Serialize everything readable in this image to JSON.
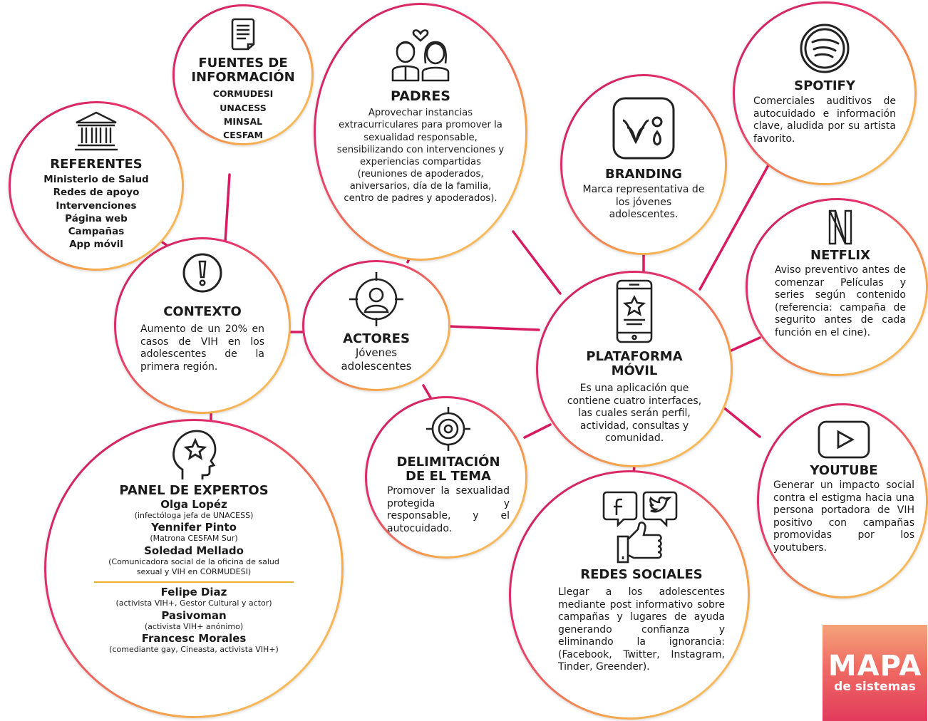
{
  "fuentes": {
    "title": "FUENTES DE INFORMACIÓN",
    "items": [
      "CORMUDESI",
      "UNACESS",
      "MINSAL",
      "CESFAM"
    ]
  },
  "referentes": {
    "title": "REFERENTES",
    "items": [
      "Ministerio de Salud",
      "Redes de apoyo",
      "Intervenciones",
      "Página web",
      "Campañas",
      "App móvil"
    ]
  },
  "contexto": {
    "title": "CONTEXTO",
    "text": "Aumento de un 20% en casos de VIH en los adolescentes de la primera región."
  },
  "padres": {
    "title": "PADRES",
    "text": "Aprovechar instancias extracurriculares para promover la sexualidad responsable, sensibilizando con intervenciones y experiencias compartidas (reuniones de apoderados, aniversarios, día de la familia, centro de padres y apoderados)."
  },
  "actores": {
    "title": "ACTORES",
    "text": "Jóvenes adolescentes"
  },
  "branding": {
    "title": "BRANDING",
    "text": "Marca representativa de los jóvenes adolescentes."
  },
  "spotify": {
    "title": "SPOTIFY",
    "text": "Comerciales auditivos de autocuidado e información clave, aludida por su artista favorito."
  },
  "netflix": {
    "title": "NETFLIX",
    "text": "Aviso preventivo antes de comenzar Películas y series según contenido (referencia: campaña de segurito antes de cada función en el cine)."
  },
  "plataforma": {
    "title": "PLATAFORMA MÓVIL",
    "text": "Es una aplicación que contiene cuatro interfaces, las cuales serán perfil, actividad, consultas y comunidad."
  },
  "youtube": {
    "title": "YOUTUBE",
    "text": "Generar un impacto social contra el estigma hacia una persona portadora de VIH positivo con campañas promovidas por los youtubers."
  },
  "delimitacion": {
    "title": "DELIMITACIÓN DE EL TEMA",
    "text": "Promover la sexualidad protegida y responsable, y el autocuidado."
  },
  "redes": {
    "title": "REDES SOCIALES",
    "text": "Llegar a los adolescentes mediante post informativo sobre campañas y lugares de ayuda generando confianza y eliminando la ignorancia: (Facebook, Twitter, Instagram, Tinder, Greender)."
  },
  "panel": {
    "title": "PANEL DE EXPERTOS",
    "experts": [
      {
        "name": "Olga Lopéz",
        "role": "(infectóloga jefa de UNACESS)"
      },
      {
        "name": "Yennifer Pinto",
        "role": "(Matrona CESFAM Sur)"
      },
      {
        "name": "Soledad Mellado",
        "role": "(Comunicadora social de la oficina de salud sexual y VIH en CORMUDESI)"
      },
      {
        "name": "Felipe Diaz",
        "role": "(activista VIH+, Gestor Cultural y actor)"
      },
      {
        "name": "Pasivoman",
        "role": "(activista VIH+ anónimo)"
      },
      {
        "name": "Francesc Morales",
        "role": "(comediante gay, Cineasta, activista VIH+)"
      }
    ]
  },
  "logo": {
    "main": "MAPA",
    "sub": "de sistemas"
  },
  "colors": {
    "link": "#d81b60",
    "ring_start": "#c2185b",
    "ring_end": "#f7d26a",
    "logo": "#e23b5c"
  }
}
